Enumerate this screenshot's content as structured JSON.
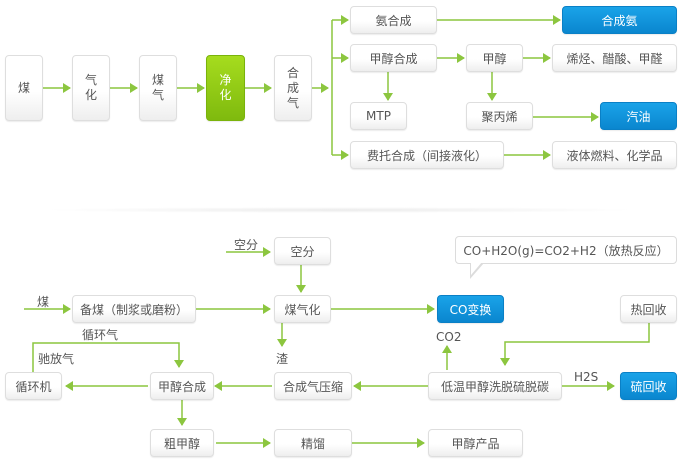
{
  "colors": {
    "connector": "#8cc63f",
    "highlight_green": "#8cc63f",
    "highlight_blue": "#0d8fdb"
  },
  "top_flow": {
    "main_chain": [
      {
        "id": "coal",
        "label": "煤"
      },
      {
        "id": "gasify",
        "label": "气化"
      },
      {
        "id": "coal_gas",
        "label": "煤气"
      },
      {
        "id": "purify",
        "label": "净化",
        "highlight": "green"
      },
      {
        "id": "syngas",
        "label": "合成气"
      }
    ],
    "branches": {
      "ammonia_synthesis": "氨合成",
      "synthetic_ammonia": "合成氨",
      "methanol_synthesis": "甲醇合成",
      "methanol": "甲醇",
      "olefins_acetic_formaldehyde": "烯烃、醋酸、甲醛",
      "mtp": "MTP",
      "polypropylene": "聚丙烯",
      "gasoline": "汽油",
      "ft_synthesis": "费托合成（间接液化）",
      "liquid_fuels_chemicals": "液体燃料、化学品"
    }
  },
  "bottom_flow": {
    "nodes": {
      "air_separation": "空分",
      "coal_prep": "备煤（制浆或磨粉）",
      "coal_gasification": "煤气化",
      "co_shift": "CO变换",
      "heat_recovery": "热回收",
      "rectisol": "低温甲醇洗脱硫脱碳",
      "sulfur_recovery": "硫回收",
      "syngas_compression": "合成气压缩",
      "methanol_synthesis": "甲醇合成",
      "recycle_compressor": "循环机",
      "crude_methanol": "粗甲醇",
      "rectification": "精馏",
      "methanol_product": "甲醇产品"
    },
    "labels": {
      "air_in": "空分",
      "coal_in": "煤",
      "slag": "渣",
      "co2": "CO2",
      "h2s": "H2S",
      "recycle_gas": "循环气",
      "purge_gas": "驰放气"
    },
    "reaction_note": "CO+H2O(g)=CO2+H2（放热反应）"
  }
}
